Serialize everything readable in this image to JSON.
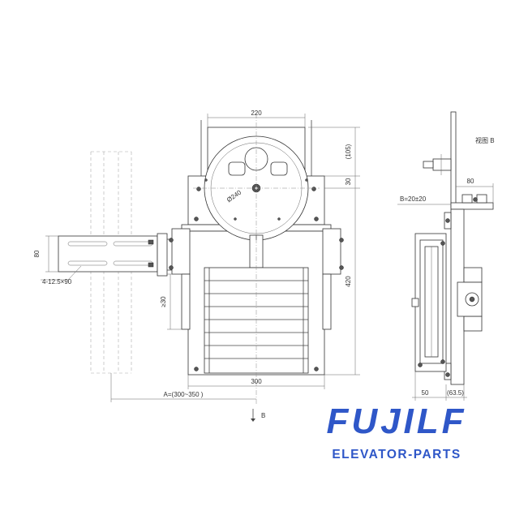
{
  "dimensions": {
    "top_width": "220",
    "offset_105": "(105)",
    "offset_30": "30",
    "pulley_diameter": "Ø240",
    "height_420": "420",
    "bracket_80": "80",
    "slots": "4-12.5×90",
    "ge_30": "≥30",
    "bottom_width": "300",
    "a_dim": "A=(300~350 )",
    "b_marker": "B",
    "side_80": "80",
    "side_b": "B=20±20",
    "side_50": "50",
    "side_635": "(63.5)"
  },
  "side_view": {
    "title": "视图 B"
  },
  "brand": {
    "logo": "FUJILF",
    "tagline": "ELEVATOR-PARTS",
    "color": "#2f57c8"
  }
}
